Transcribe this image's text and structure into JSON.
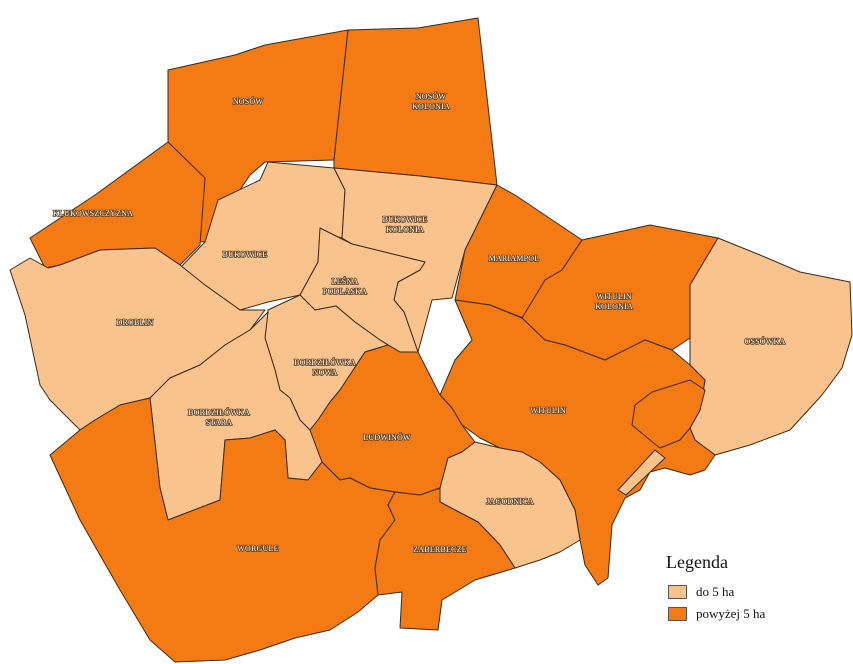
{
  "map": {
    "regions": [
      {
        "id": "nosow",
        "label": "NOSÓW",
        "category": "large"
      },
      {
        "id": "nosow-kolonia",
        "label": "NOSÓW KOLONIA",
        "category": "large"
      },
      {
        "id": "klukowszczyzna",
        "label": "KLUKOWSZCZYZNA",
        "category": "large"
      },
      {
        "id": "bukowice",
        "label": "BUKOWICE",
        "category": "small"
      },
      {
        "id": "bukowice-kolonia",
        "label": "BUKOWICE KOLONIA",
        "category": "small"
      },
      {
        "id": "lesna-podlaska",
        "label": "LEŚNA PODLASKA",
        "category": "small"
      },
      {
        "id": "mariampol",
        "label": "MARIAMPOL",
        "category": "large"
      },
      {
        "id": "witulin-kolonia",
        "label": "WITULIN KOLONIA",
        "category": "large"
      },
      {
        "id": "ossowka",
        "label": "OSSÓWKA",
        "category": "small"
      },
      {
        "id": "droblin",
        "label": "DROBLIN",
        "category": "small"
      },
      {
        "id": "bordzilowka-nowa",
        "label": "BORDZIŁÓWKA NOWA",
        "category": "small"
      },
      {
        "id": "bordzilowka-stara",
        "label": "BORDZIŁÓWKA STARA",
        "category": "small"
      },
      {
        "id": "witulin",
        "label": "WITULIN",
        "category": "large"
      },
      {
        "id": "ludwinow",
        "label": "LUDWINÓW",
        "category": "large"
      },
      {
        "id": "jagodnica",
        "label": "JAGODNICA",
        "category": "small"
      },
      {
        "id": "worgule",
        "label": "WORGULE",
        "category": "large"
      },
      {
        "id": "zaberbecze",
        "label": "ZABERBECZE",
        "category": "large"
      }
    ],
    "colors": {
      "small": "#f8c38c",
      "large": "#f47a14",
      "border": "#3a2a1a"
    }
  },
  "legend": {
    "title": "Legenda",
    "items": [
      {
        "label": "do 5 ha",
        "category": "small"
      },
      {
        "label": "powyżej 5 ha",
        "category": "large"
      }
    ]
  }
}
